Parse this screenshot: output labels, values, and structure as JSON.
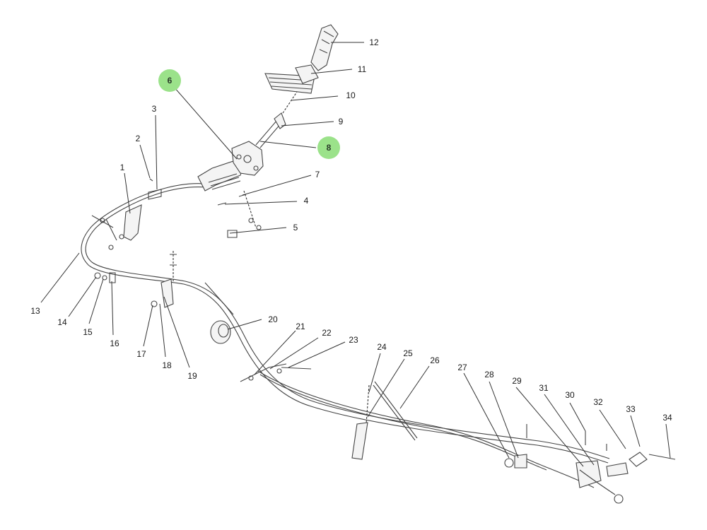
{
  "colors": {
    "highlight": "#9be28a",
    "line": "#333333"
  },
  "callouts": [
    {
      "id": "c1",
      "text": "1"
    },
    {
      "id": "c2",
      "text": "2"
    },
    {
      "id": "c3",
      "text": "3"
    },
    {
      "id": "c4",
      "text": "4"
    },
    {
      "id": "c5",
      "text": "5"
    },
    {
      "id": "c6",
      "text": "6",
      "highlighted": true
    },
    {
      "id": "c7",
      "text": "7"
    },
    {
      "id": "c8",
      "text": "8",
      "highlighted": true
    },
    {
      "id": "c9",
      "text": "9"
    },
    {
      "id": "c10",
      "text": "10"
    },
    {
      "id": "c11",
      "text": "11"
    },
    {
      "id": "c12",
      "text": "12"
    },
    {
      "id": "c13",
      "text": "13"
    },
    {
      "id": "c14",
      "text": "14"
    },
    {
      "id": "c15",
      "text": "15"
    },
    {
      "id": "c16",
      "text": "16"
    },
    {
      "id": "c17",
      "text": "17"
    },
    {
      "id": "c18",
      "text": "18"
    },
    {
      "id": "c19",
      "text": "19"
    },
    {
      "id": "c20",
      "text": "20"
    },
    {
      "id": "c21",
      "text": "21"
    },
    {
      "id": "c22",
      "text": "22"
    },
    {
      "id": "c23",
      "text": "23"
    },
    {
      "id": "c24",
      "text": "24"
    },
    {
      "id": "c25",
      "text": "25"
    },
    {
      "id": "c26",
      "text": "26"
    },
    {
      "id": "c27",
      "text": "27"
    },
    {
      "id": "c28",
      "text": "28"
    },
    {
      "id": "c29",
      "text": "29"
    },
    {
      "id": "c30",
      "text": "30"
    },
    {
      "id": "c31",
      "text": "31"
    },
    {
      "id": "c32",
      "text": "32"
    },
    {
      "id": "c33",
      "text": "33"
    },
    {
      "id": "c34",
      "text": "34"
    }
  ]
}
